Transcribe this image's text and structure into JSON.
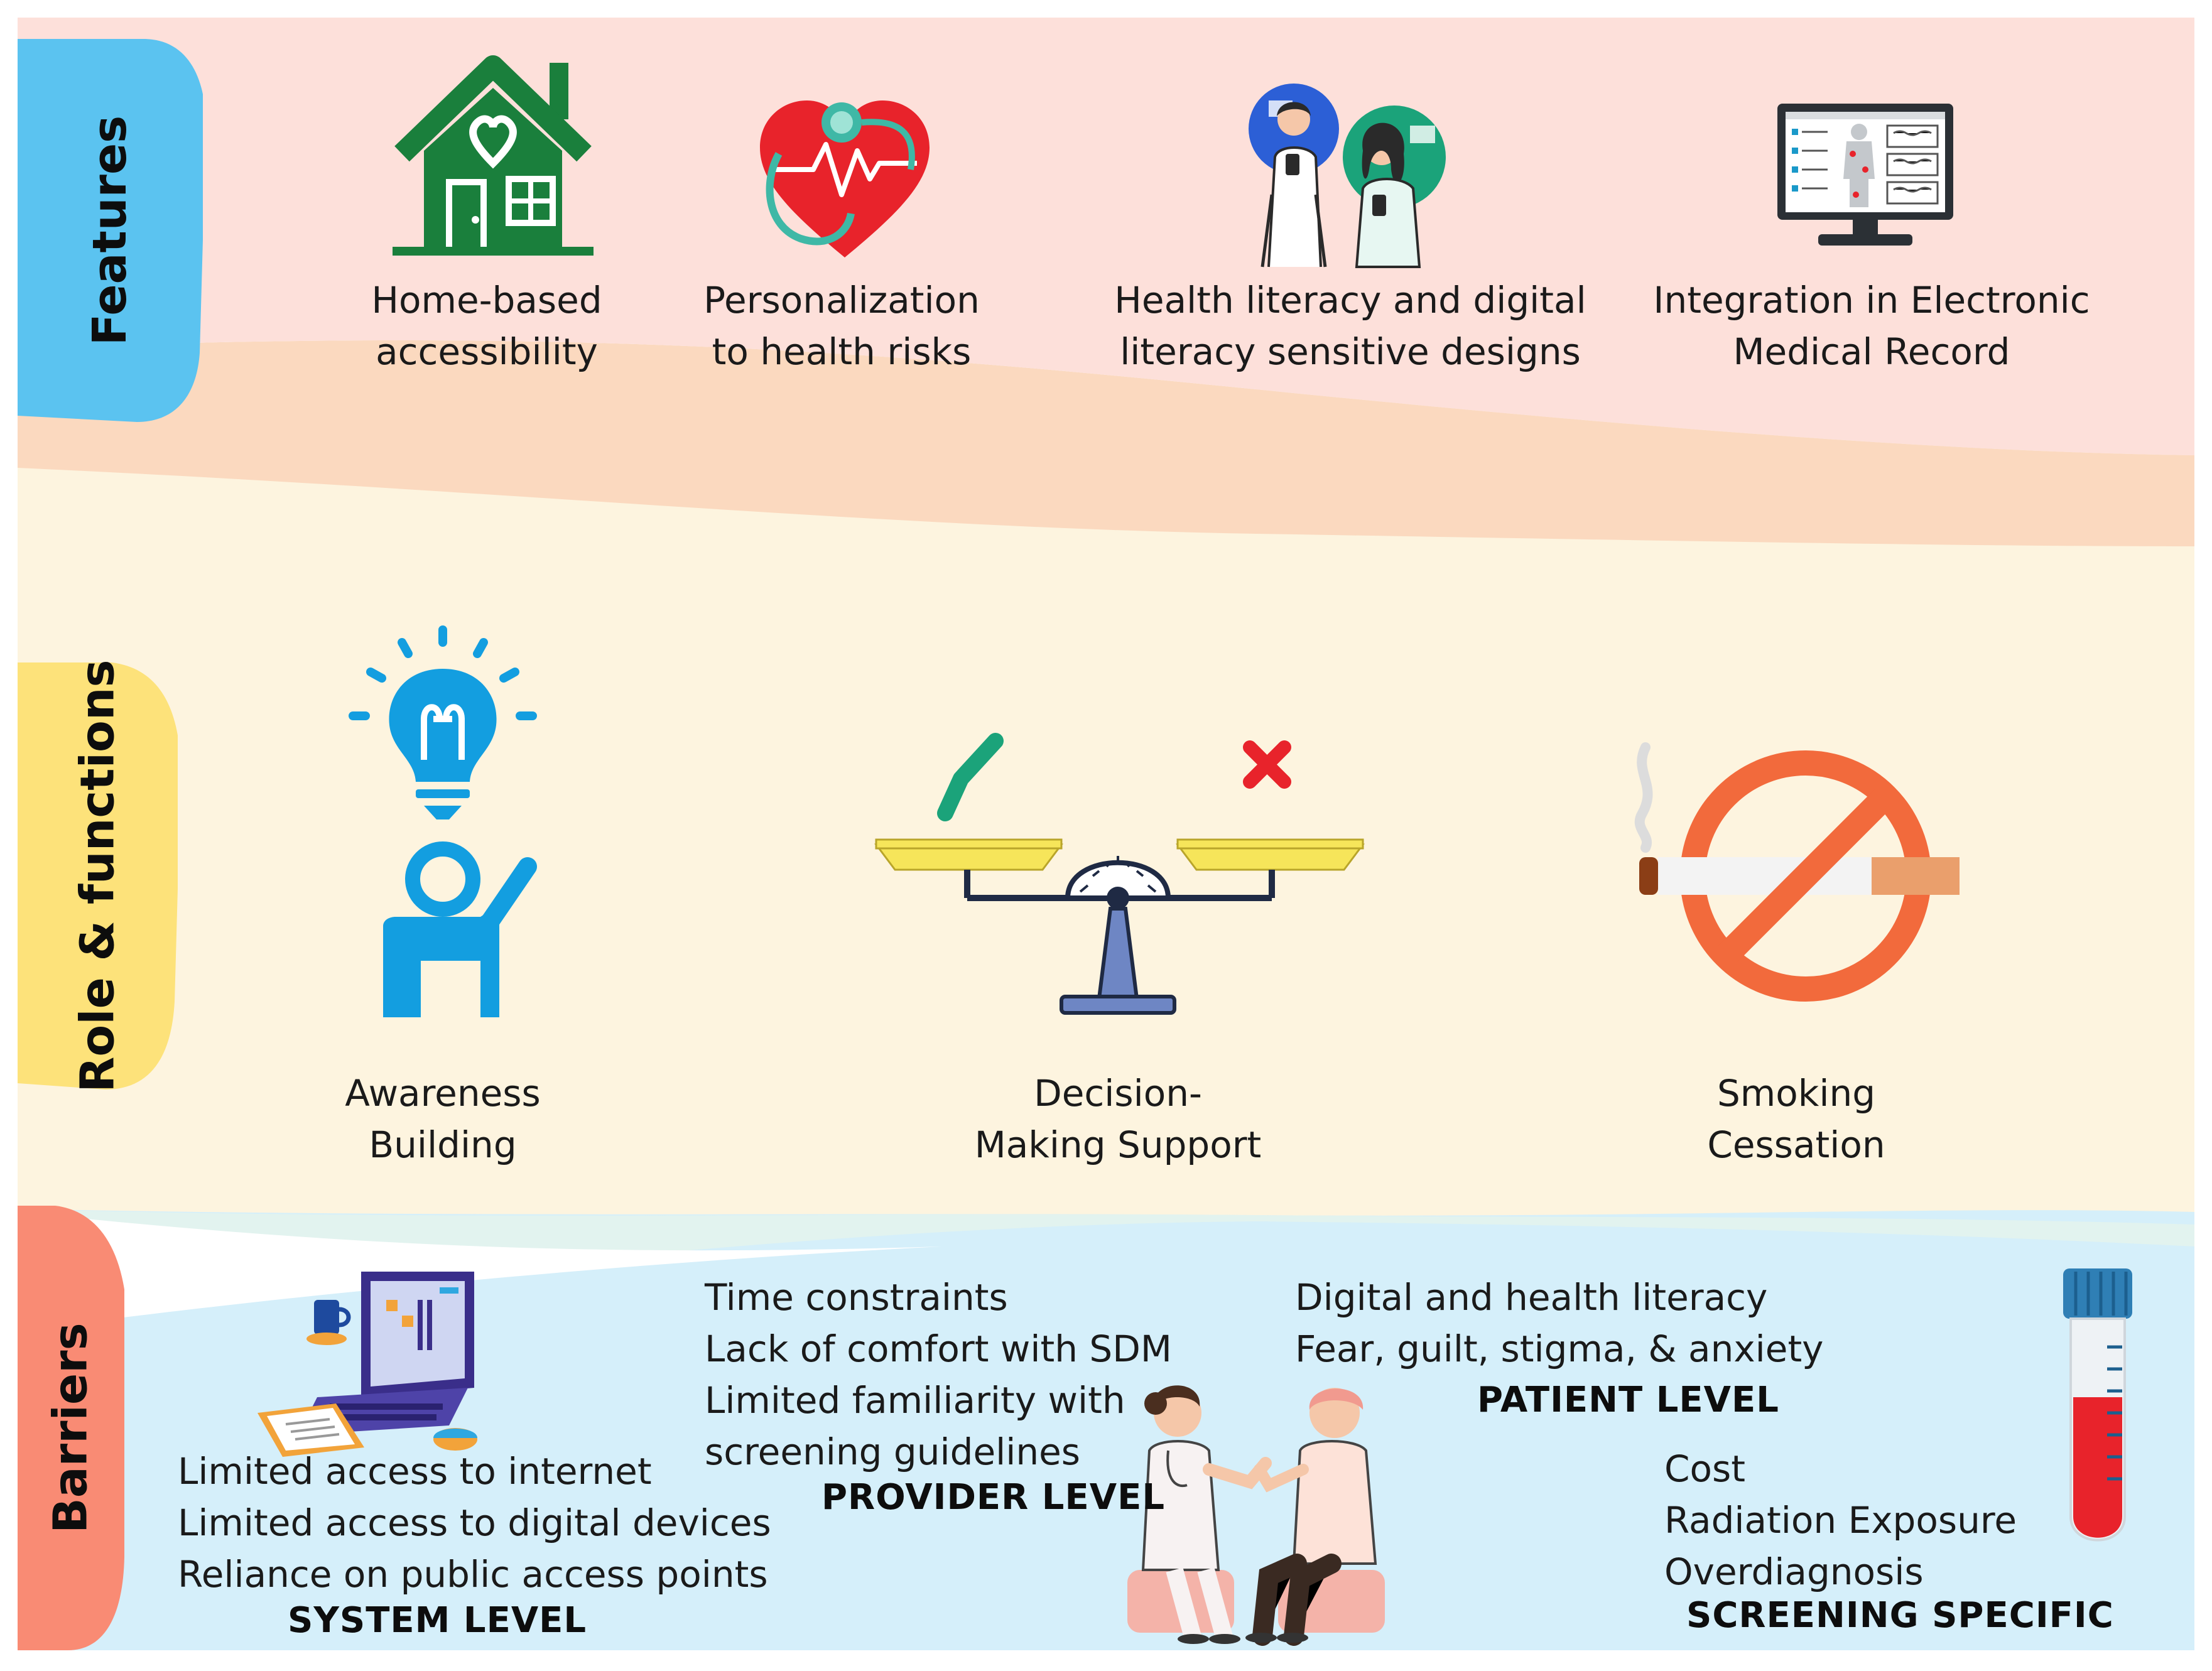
{
  "colors": {
    "features_band": "#fde0da",
    "features_tab": "#5bc3f0",
    "roles_band": "#fdf4df",
    "roles_tab": "#fde27a",
    "barriers_band": "#d5effa",
    "barriers_tab": "#f98b74",
    "wave": "#fbd9bf",
    "icon_green": "#1a7f3c",
    "icon_red": "#e8232b",
    "icon_blue": "#139ee0",
    "no_smoking_red": "#f26a3c"
  },
  "sections": {
    "features": {
      "label": "Features",
      "items": [
        {
          "icon": "house-heart-icon",
          "lines": [
            "Home-based",
            "accessibility"
          ]
        },
        {
          "icon": "heart-stethoscope-icon",
          "lines": [
            "Personalization",
            "to health risks"
          ]
        },
        {
          "icon": "people-with-phones-icon",
          "lines": [
            "Health literacy and digital",
            "literacy sensitive designs"
          ]
        },
        {
          "icon": "medical-record-monitor-icon",
          "lines": [
            "Integration in Electronic",
            "Medical Record"
          ]
        }
      ]
    },
    "roles": {
      "label": "Role & functions",
      "items": [
        {
          "icon": "lightbulb-person-icon",
          "lines": [
            "Awareness",
            "Building"
          ]
        },
        {
          "icon": "balance-scale-icon",
          "lines": [
            "Decision-",
            "Making Support"
          ]
        },
        {
          "icon": "no-smoking-icon",
          "lines": [
            "Smoking",
            "Cessation"
          ]
        }
      ]
    },
    "barriers": {
      "label": "Barriers",
      "groups": {
        "system": {
          "level": "SYSTEM LEVEL",
          "items": [
            "Limited access to internet",
            "Limited access to digital devices",
            "Reliance on public access points"
          ]
        },
        "provider": {
          "level": "PROVIDER LEVEL",
          "items": [
            "Time constraints",
            "Lack of comfort with SDM",
            "Limited familiarity with",
            "screening guidelines"
          ]
        },
        "patient": {
          "level": "PATIENT LEVEL",
          "items": [
            "Digital and health literacy",
            "Fear, guilt, stigma, & anxiety"
          ]
        },
        "screening": {
          "level": "SCREENING SPECIFIC",
          "items": [
            "Cost",
            "Radiation Exposure",
            "Overdiagnosis"
          ]
        }
      }
    }
  }
}
